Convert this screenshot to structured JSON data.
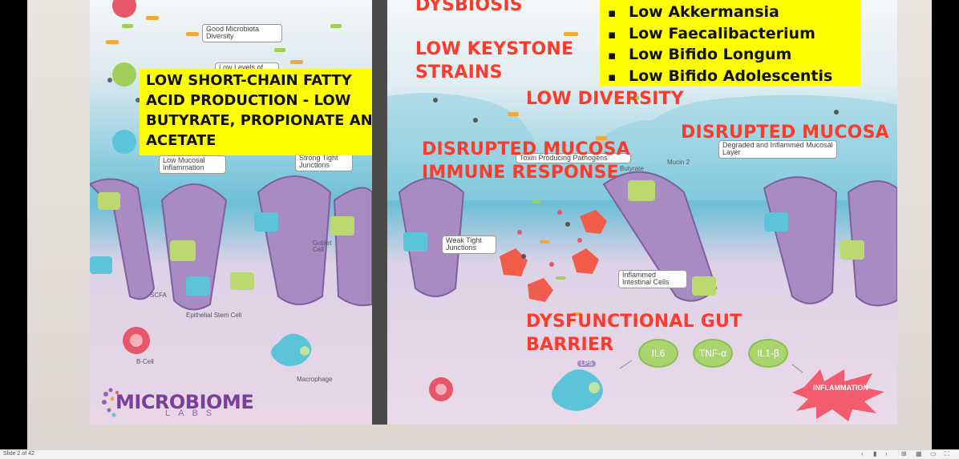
{
  "viewer": {
    "slide_indicator": "Slide 2 of 42",
    "nav": {
      "prev": "‹",
      "slide_btn": "▮",
      "next": "›",
      "sorter": "⊞",
      "grid": "▦",
      "normal": "▭",
      "fit": "⛶"
    }
  },
  "left_panel": {
    "labels": {
      "good_diversity": "Good Microbiota Diversity",
      "low_levels": "Low Levels of",
      "low_inflammation": "Low Mucosal Inflammation",
      "strong_junctions": "Strong Tight Junctions",
      "goblet": "Goblet Cell",
      "scfa": "SCFA",
      "stem": "Epithelial Stem Cell",
      "bcell": "B-Cell",
      "macrophage": "Macrophage"
    },
    "yellow_box": "LOW SHORT-CHAIN FATTY ACID PRODUCTION - LOW BUTYRATE, PROPIONATE AND ACETATE",
    "logo": {
      "word": "MICROBIOME",
      "sub": "LABS"
    }
  },
  "right_panel": {
    "labels": {
      "weak_junctions": "Weak Tight Junctions",
      "toxin": "Toxin Producing Pathogens",
      "degraded": "Degraded and Inflammed Mucosal Layer",
      "inflamed_cells": "Inflammed Intestinal Cells",
      "butyrate": "Butyrate",
      "mucin": "Mucin 2",
      "cyto_il6": "IL6",
      "cyto_tnf": "TNF-α",
      "cyto_il1": "IL1-β",
      "inflammation": "INFLAMMATION",
      "lps": "LPS"
    },
    "overlay": {
      "dysbiosis": "DYSBIOSIS",
      "keystone": "LOW KEYSTONE STRAINS",
      "diversity": "LOW DIVERSITY",
      "disrupted_mucosa": "DISRUPTED MUCOSA",
      "immune_response": "DISRUPTED MUCOSA IMMUNE RESPONSE",
      "barrier": "DYSFUNCTIONAL GUT BARRIER"
    },
    "strains": [
      "Low Akkermansia",
      "Low Faecalibacterium",
      "Low Bifido Longum",
      "Low Bifido Adolescentis"
    ]
  },
  "colors": {
    "overlay_red": "#ff3a2a",
    "highlight": "#ffff00",
    "villi": "#a98bc4",
    "accent_green": "#a9d46e"
  }
}
